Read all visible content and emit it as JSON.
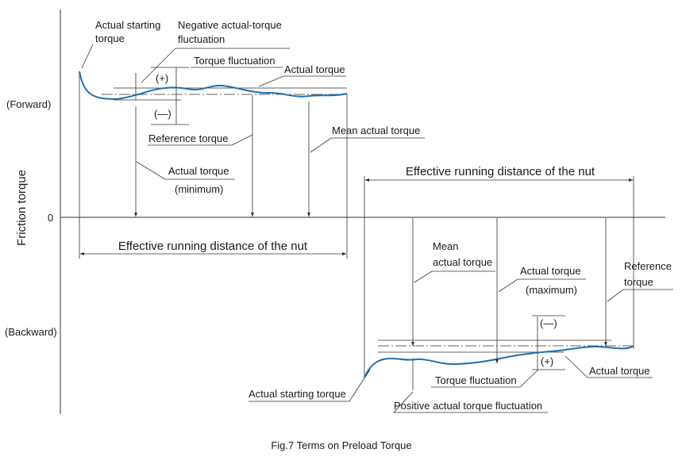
{
  "axis": {
    "y_label": "Friction torque",
    "forward": "(Forward)",
    "zero": "0",
    "backward": "(Backward)"
  },
  "forward": {
    "actual_starting_torque": [
      "Actual starting",
      "torque"
    ],
    "negative_fluctuation": [
      "Negative actual-torque",
      "fluctuation"
    ],
    "plus_sign": "(+)",
    "minus_sign": "(—)",
    "torque_fluctuation": "Torque fluctuation",
    "actual_torque": "Actual torque",
    "mean_actual_torque": "Mean actual torque",
    "reference_torque": "Reference torque",
    "actual_torque_min": [
      "Actual torque",
      "(minimum)"
    ],
    "effective_distance": "Effective running distance of the nut"
  },
  "backward": {
    "effective_distance": "Effective running distance of the nut",
    "mean_actual_torque": [
      "Mean",
      "actual torque"
    ],
    "actual_torque_max": [
      "Actual torque",
      "(maximum)"
    ],
    "reference_torque": [
      "Reference",
      "torque"
    ],
    "minus_sign": "(—)",
    "plus_sign": "(+)",
    "torque_fluctuation": "Torque fluctuation",
    "actual_torque": "Actual torque",
    "actual_starting_torque": "Actual starting torque",
    "positive_fluctuation": "Positive actual torque fluctuation"
  },
  "caption": "Fig.7 Terms on Preload Torque",
  "colors": {
    "curve": "#1f6fb0",
    "line": "#333333",
    "text": "#1a1a1a"
  }
}
